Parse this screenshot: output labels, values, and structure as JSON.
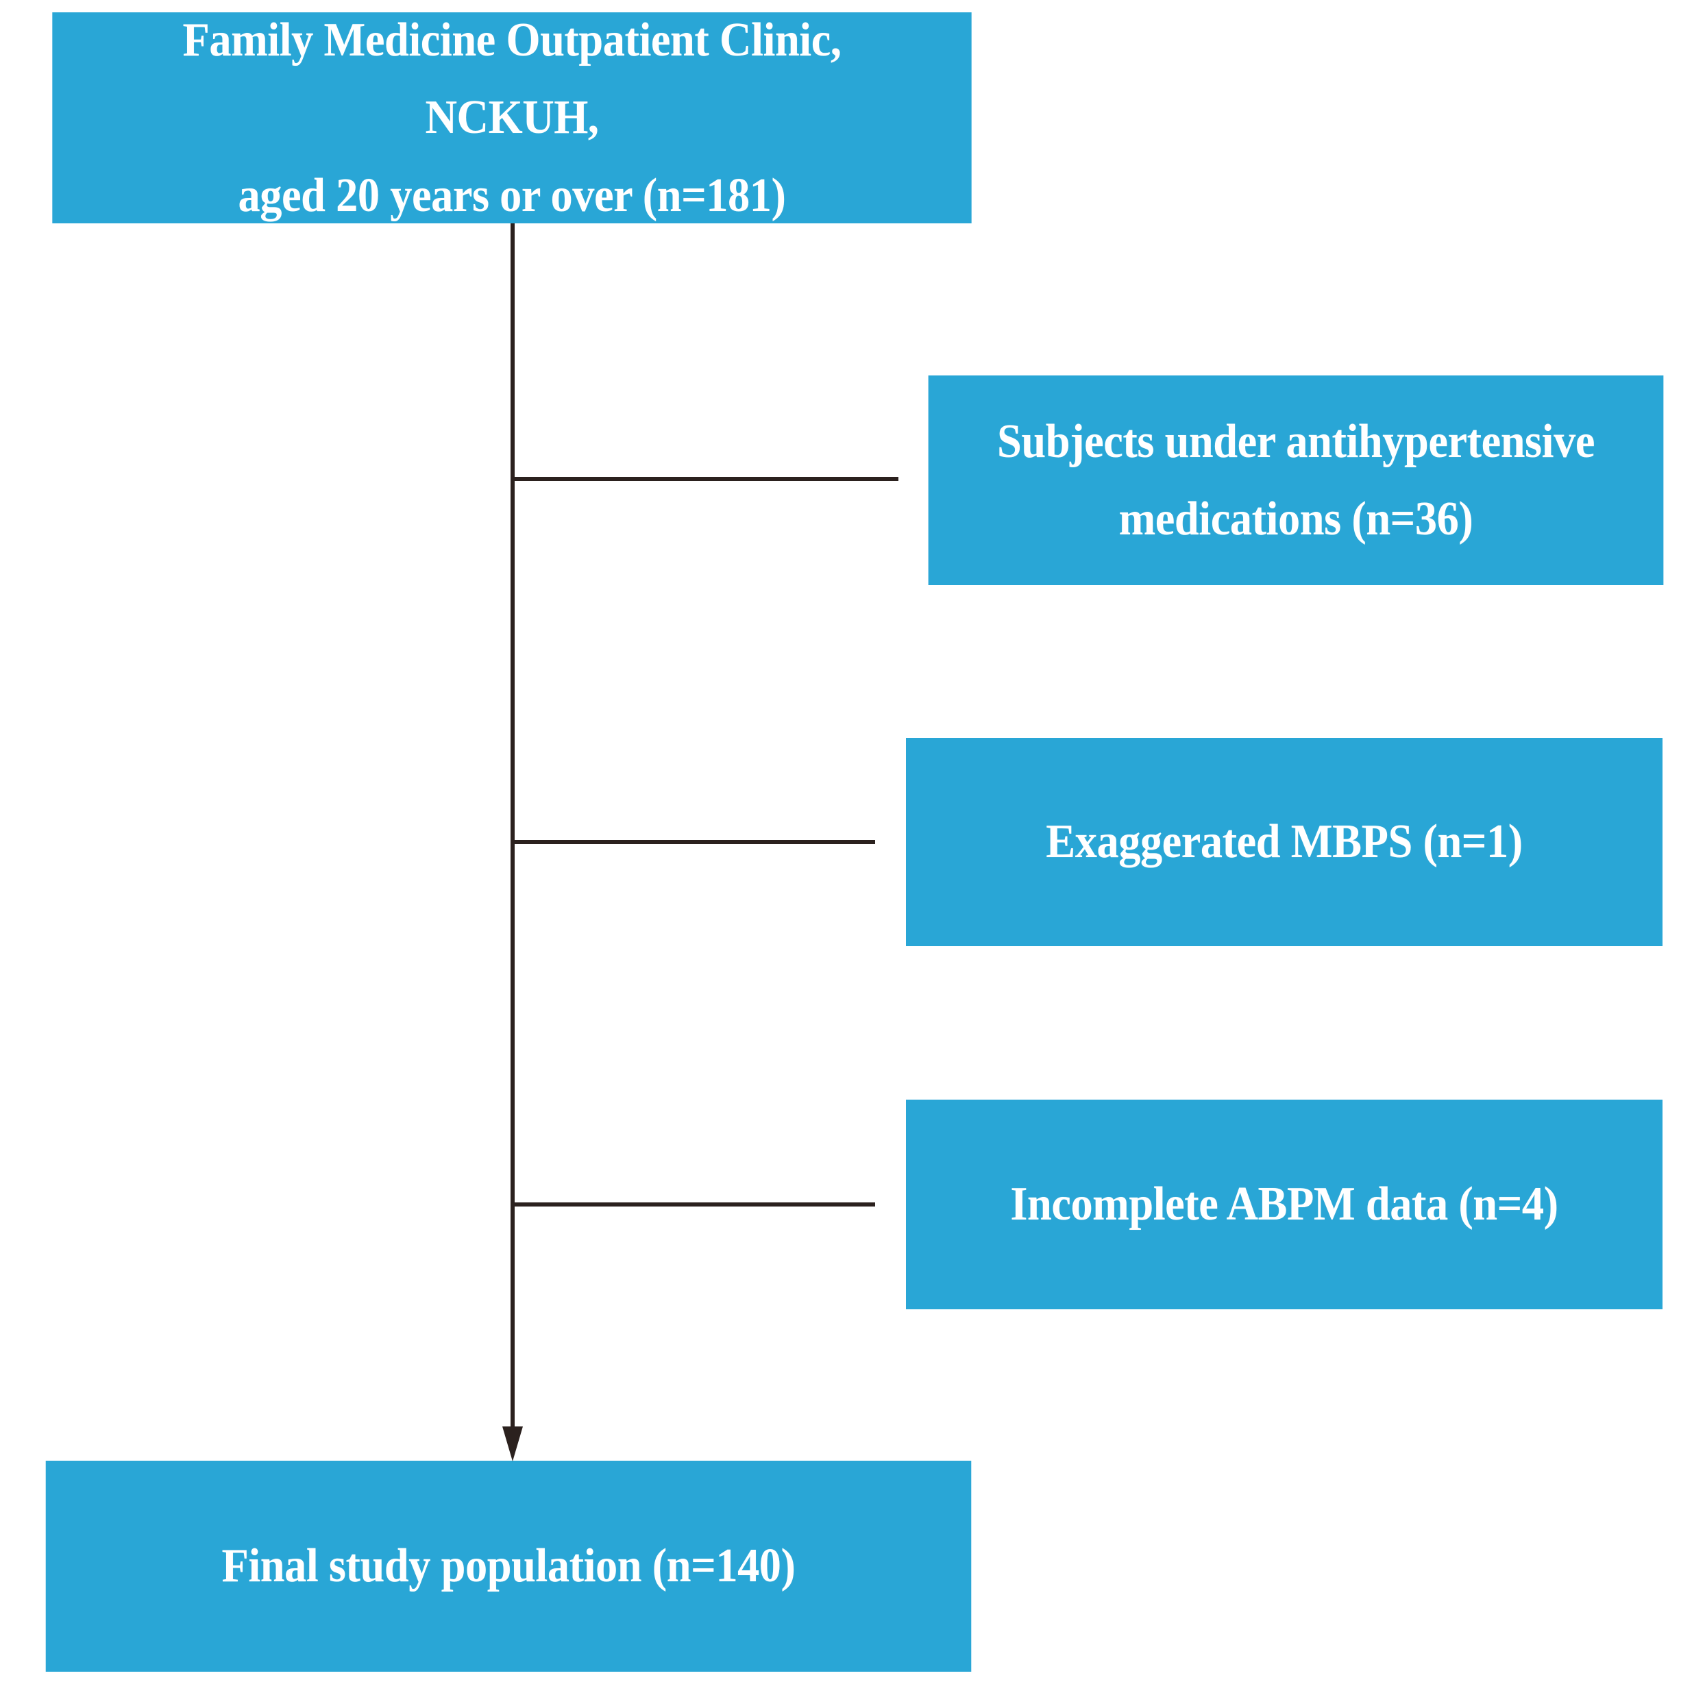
{
  "figure": {
    "type": "flowchart",
    "orientation": "vertical-with-right-exclusions",
    "colors": {
      "node_fill": "#29a6d6",
      "node_text": "#ffffff",
      "connector": "#2b211e",
      "background": "#ffffff"
    }
  },
  "source_node": {
    "line1": "Family Medicine Outpatient Clinic, NCKUH,",
    "line2": "aged 20 years or over (n=181)",
    "count": 181
  },
  "excluded_nodes": [
    {
      "line1": "Subjects under antihypertensive",
      "line2": "medications (n=36)",
      "count": 36
    },
    {
      "line1": "Exaggerated MBPS (n=1)",
      "line2": "",
      "count": 1
    },
    {
      "line1": "Incomplete ABPM data (n=4)",
      "line2": "",
      "count": 4
    }
  ],
  "final_node": {
    "line1": "Final study population (n=140)",
    "count": 140
  },
  "connectors": {
    "trunk_label": "main-flow-trunk",
    "arrow_label": "flow-arrowhead"
  }
}
